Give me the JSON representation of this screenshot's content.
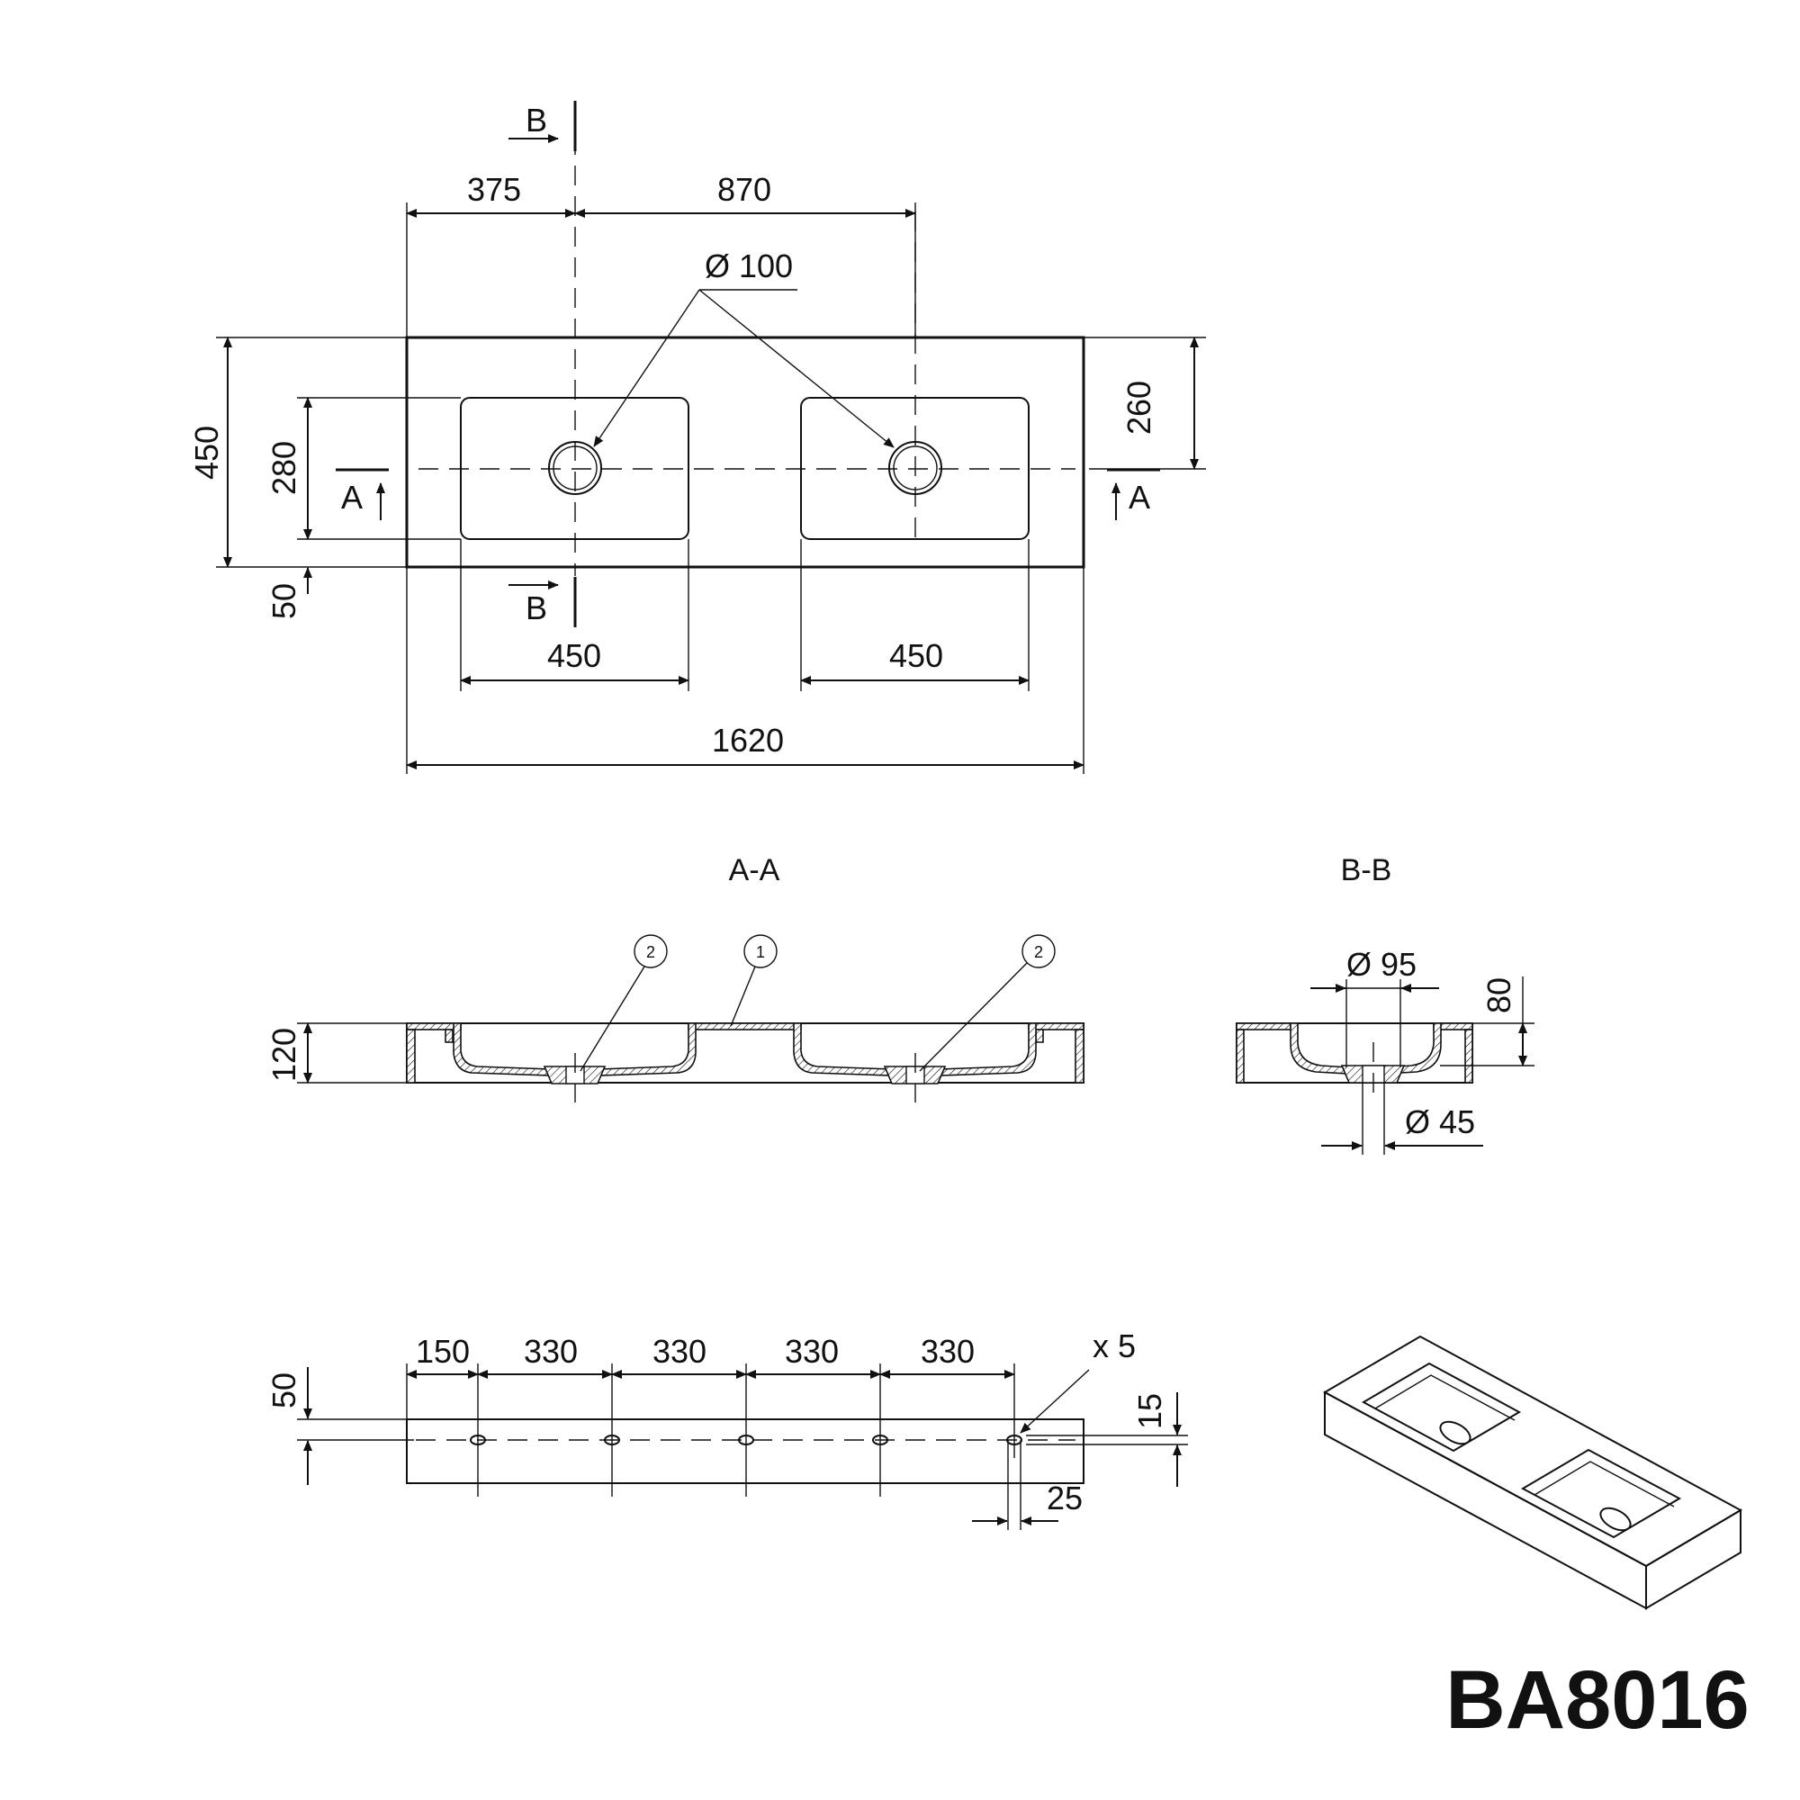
{
  "product_code": "BA8016",
  "top_view": {
    "dims": {
      "left_offset": "375",
      "drain_spacing": "870",
      "drain_diameter": "Ø 100",
      "depth_total": "450",
      "bowl_depth": "280",
      "front_margin": "50",
      "back_to_drain": "260",
      "bowl_width_left": "450",
      "bowl_width_right": "450",
      "total_width": "1620"
    },
    "section_marks": {
      "a": "A",
      "b": "B"
    }
  },
  "section_aa": {
    "title": "A-A",
    "dims": {
      "height": "120"
    },
    "callouts": [
      "2",
      "1",
      "2"
    ]
  },
  "section_bb": {
    "title": "B-B",
    "dims": {
      "bowl_diameter": "Ø 95",
      "bowl_height": "80",
      "outlet_diameter": "Ø 45"
    }
  },
  "back_view": {
    "dims": {
      "first_hole": "150",
      "spacing_1": "330",
      "spacing_2": "330",
      "spacing_3": "330",
      "spacing_4": "330",
      "hole_count": "x 5",
      "hole_height": "50",
      "hole_size": "15",
      "hole_width": "25"
    }
  }
}
